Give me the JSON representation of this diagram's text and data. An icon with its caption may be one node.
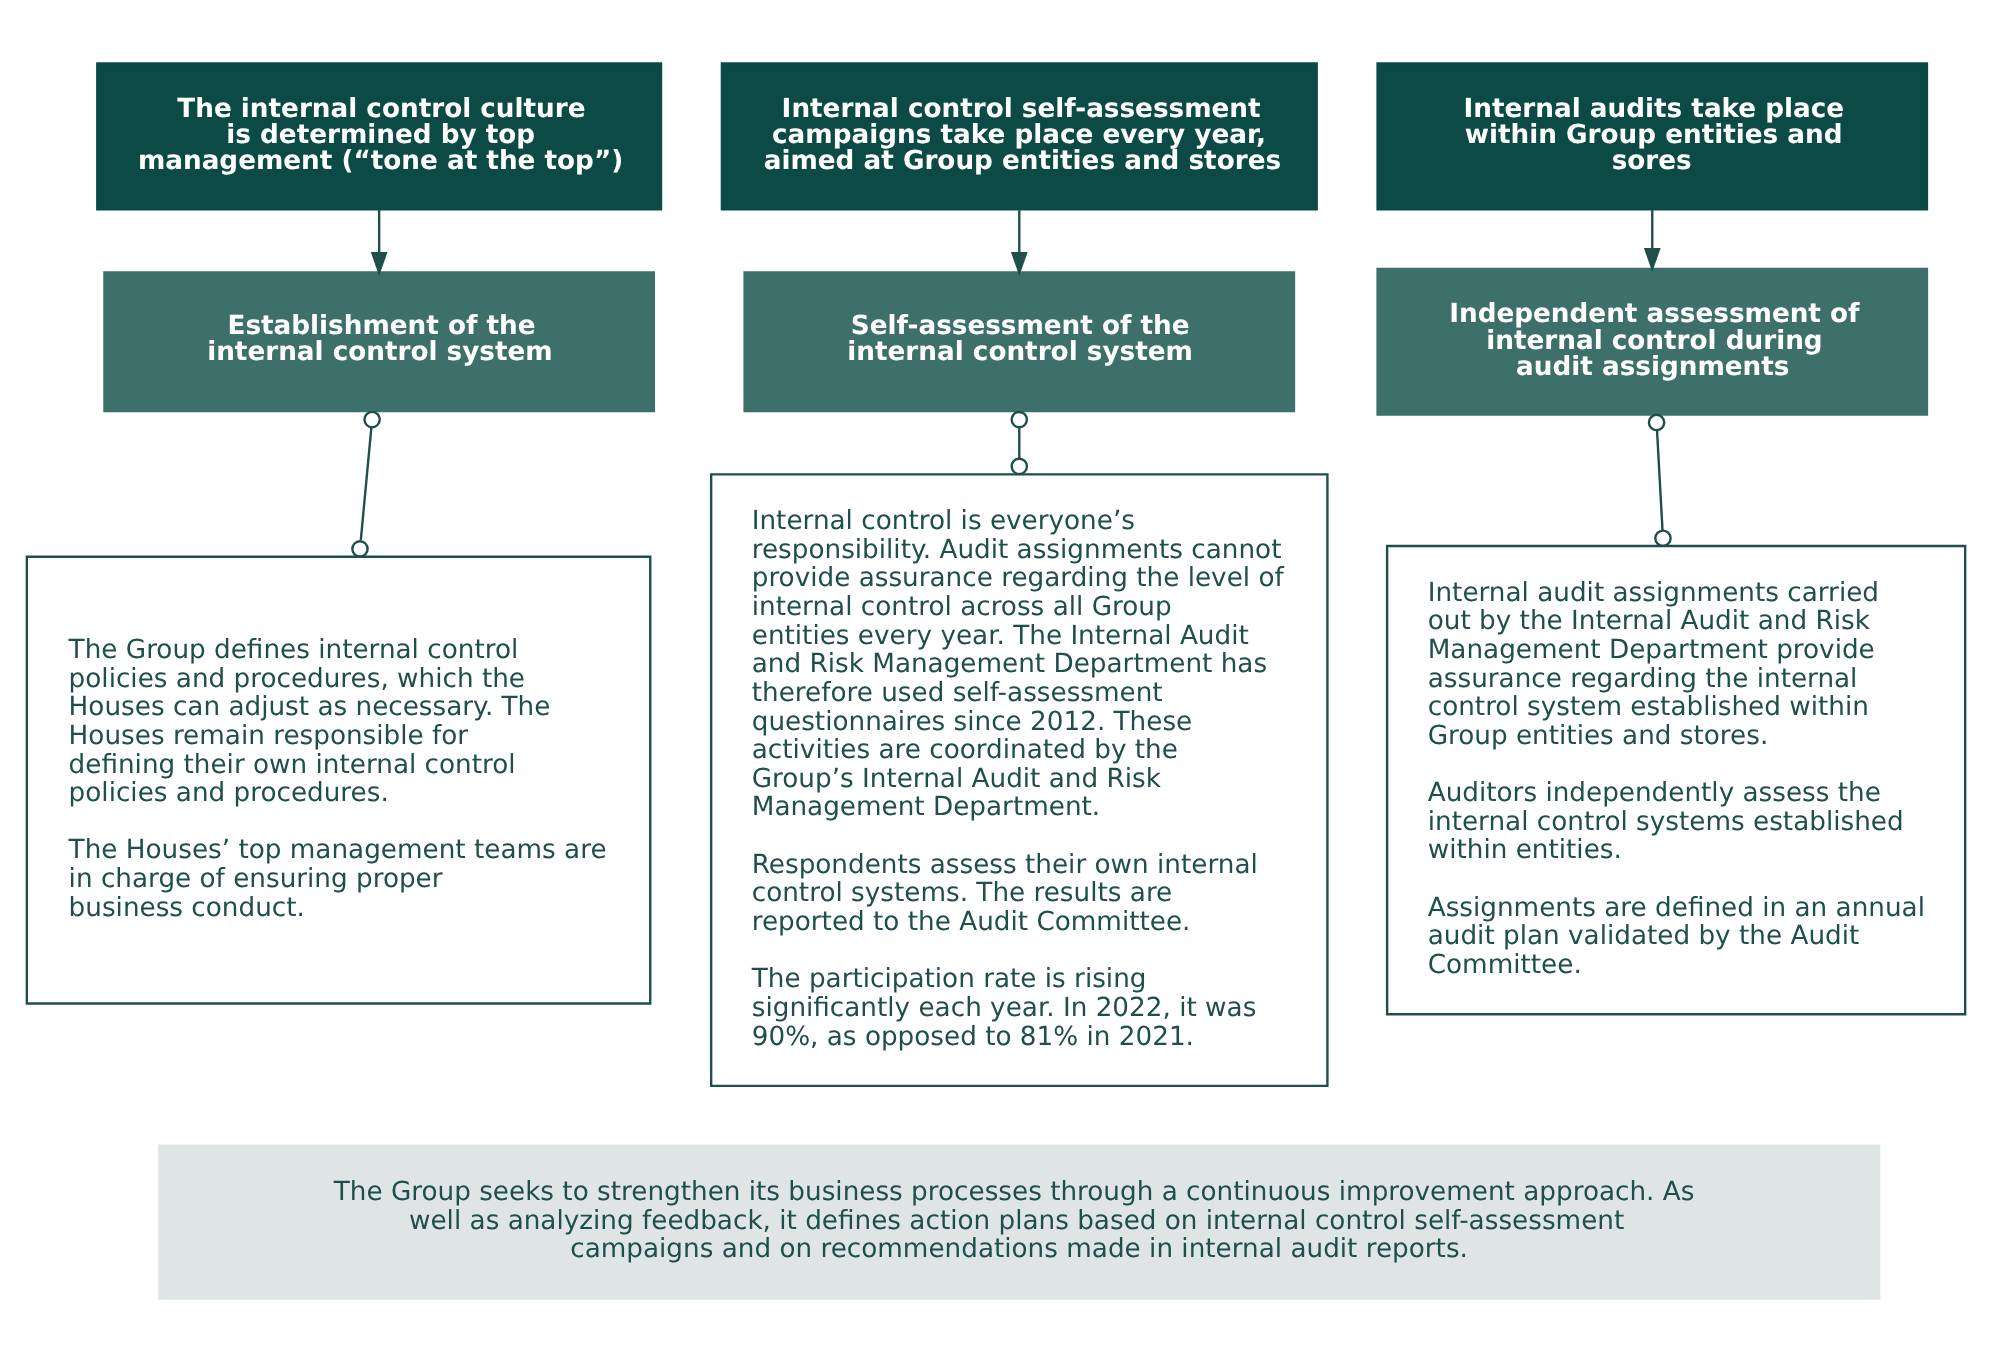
{
  "diagram": {
    "nodes": [
      {
        "text": [
          "The internal control culture is determined by top management (“tone at the top”)"
        ]
      },
      {
        "text": [
          "Internal control self-assessment campaigns take place every year, aimed at Group entities and stores"
        ]
      },
      {
        "text": [
          "Internal audits take place within Group entities and sores"
        ]
      },
      {
        "text": [
          "Establishment of the internal control system"
        ]
      },
      {
        "text": [
          "Self-assessment of the internal control system"
        ]
      },
      {
        "text": [
          "Independent assessment of internal control during audit assignments"
        ]
      },
      {
        "text": [
          "The Group defines internal control policies and procedures, which the Houses can adjust as necessary. The Houses remain responsible for defining their own internal control policies and procedures.",
          "The Houses’ top management teams are in charge of ensuring proper business conduct."
        ]
      },
      {
        "text": [
          "Internal control is everyone’s responsibility. Audit assignments cannot provide assurance regarding the level of internal control across all Group entities every year. The Internal Audit and Risk Management Department has therefore used self-assessment questionnaires since 2012. These activities are coordinated by the Group’s Internal Audit and Risk Management Department.",
          "Respondents assess their own internal control systems. The results are reported to the Audit Committee.",
          "The participation rate is rising significantly each year. In 2022, it was 90%, as opposed to 81% in 2021."
        ]
      },
      {
        "text": [
          "Internal audit assignments carried out by the Internal Audit and Risk Management Department provide assurance regarding the internal control system established within Group entities and stores.",
          "Auditors independently assess the internal control systems established within entities.",
          "Assignments are defined in an annual audit plan validated by the Audit Committee."
        ]
      },
      {
        "text": [
          "The Group seeks to strengthen its business processes through a continuous improvement approach. As well as analyzing feedback, it defines action plans based on internal control self-assessment campaigns and on recommendations made in internal audit reports."
        ]
      }
    ],
    "edges": [
      {
        "from": 0,
        "to": 3,
        "arrow": "to"
      },
      {
        "from": 1,
        "to": 4,
        "arrow": "to"
      },
      {
        "from": 2,
        "to": 5,
        "arrow": "to"
      },
      {
        "from": 3,
        "to": 6,
        "arrow": "other"
      },
      {
        "from": 4,
        "to": 7,
        "arrow": "other"
      },
      {
        "from": 5,
        "to": 8,
        "arrow": "other"
      }
    ]
  }
}
